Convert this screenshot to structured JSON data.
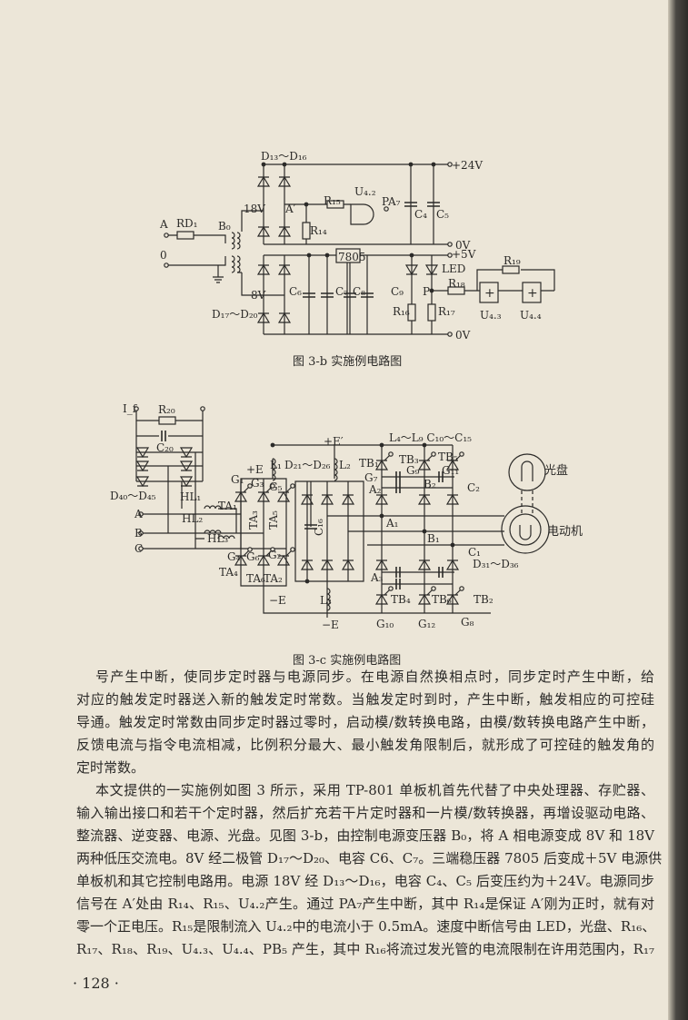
{
  "figure_b": {
    "caption": "图 3-b   实施例电路图",
    "labels": {
      "d13_d16": "D₁₃～D₁₆",
      "plus24v": "+24V",
      "v18": "18V",
      "a_prime": "A′",
      "r15": "R₁₅",
      "u42": "U₄.₂",
      "pa7": "PA₇",
      "c4": "C₄",
      "c5": "C₅",
      "r14": "R₁₄",
      "a": "A",
      "rd1": "RD₁",
      "b0": "B₀",
      "zero": "0",
      "v0_top": "0V",
      "plus5v": "+5V",
      "reg": "7805",
      "v8": "8V",
      "d17_d20": "D₁₇～D₂₀",
      "c6": "C₆",
      "c7": "C₇",
      "c8": "C₈",
      "c9": "C₉",
      "r16": "R₁₆",
      "r17": "R₁₇",
      "led": "LED",
      "p": "P",
      "r18": "R₁₈",
      "r19": "R₁₉",
      "u43": "U₄.₃",
      "u44": "U₄.₄",
      "v0_bottom": "0V"
    }
  },
  "figure_c": {
    "caption": "图 3-c   实施例电路图",
    "labels": {
      "if": "I_f",
      "r20": "R₂₀",
      "c20": "C₂₀",
      "d40_d45": "D₄₀～D₄₅",
      "hl1": "HL₁",
      "hl2": "HL₂",
      "hl3": "HL₃",
      "a": "A",
      "b": "B",
      "c": "C",
      "plus_e_prime": "+E′",
      "l4_l9": "L₄～L₉ C₁₀～C₁₅",
      "plus_e": "+E",
      "l1": "L₁",
      "d21_d26": "D₂₁～D₂₆",
      "l2": "L₂",
      "g1": "G₁",
      "g3": "G₃",
      "g5": "G₅",
      "ta1": "TA₁",
      "ta3": "TA₃",
      "ta5": "TA₅",
      "g4": "G₄",
      "g6": "G₆",
      "g2": "G₂",
      "ta4": "TA₄",
      "ta6": "TA₆",
      "ta2": "TA₂",
      "minus_e": "−E",
      "c16": "C₁₆",
      "l3": "L₃",
      "minus_e2": "−E",
      "tb1": "TB₁",
      "tb3": "TB₃",
      "tb5": "TB₅",
      "g7": "G₇",
      "g9": "G₉",
      "g11": "G₁₁",
      "a2": "A₂",
      "b2": "B₂",
      "c2": "C₂",
      "a1": "A₁",
      "b1": "B₁",
      "c1": "C₁",
      "d31_d36": "D₃₁～D₃₆",
      "a3": "A₃",
      "tb4": "TB₄",
      "tb6": "TB₆",
      "tb2": "TB₂",
      "g10": "G₁₀",
      "g12": "G₁₂",
      "g8": "G₈",
      "disc": "光盘",
      "motor": "电动机"
    }
  },
  "body": {
    "paragraph1": [
      "号产生中断，使同步定时器与电源同步。在电源自然换相点时，同步定时产生中断，给",
      "对应的触发定时器送入新的触发定时常数。当触发定时到时，产生中断，触发相应的可控硅",
      "导通。触发定时常数由同步定时器过零时，启动模/数转换电路，由模/数转换电路产生中断，",
      "反馈电流与指令电流相减，比例积分最大、最小触发角限制后，就形成了可控硅的触发角的",
      "定时常数。"
    ],
    "paragraph2": [
      "本文提供的一实施例如图 3 所示，采用 TP-801 单板机首先代替了中央处理器、存贮器、",
      "输入输出接口和若干个定时器，然后扩充若干片定时器和一片模/数转换器，再增设驱动电路、",
      "整流器、逆变器、电源、光盘。见图 3-b，由控制电源变压器 B₀，将 A 相电源变成 8V 和 18V",
      "两种低压交流电。8V 经二极管 D₁₇～D₂₀、电容 C6、C₇。三端稳压器 7805 后变成＋5V 电源供",
      "单板机和其它控制电路用。电源 18V 经 D₁₃～D₁₆，电容 C₄、C₅ 后变压约为＋24V。电源同步",
      "信号在 A′处由 R₁₄、R₁₅、U₄.₂产生。通过 PA₇产生中断，其中 R₁₄是保证 A′刚为正时，就有对",
      "零一个正电压。R₁₅是限制流入 U₄.₂中的电流小于 0.5mA。速度中断信号由 LED，光盘、R₁₆、",
      "R₁₇、R₁₈、R₁₉、U₄.₃、U₄.₄、PB₅ 产生，其中 R₁₆将流过发光管的电流限制在许用范围内，R₁₇"
    ]
  },
  "page_number": "· 128 ·",
  "colors": {
    "paper": "#ece6d8",
    "ink": "#2b2a28"
  }
}
